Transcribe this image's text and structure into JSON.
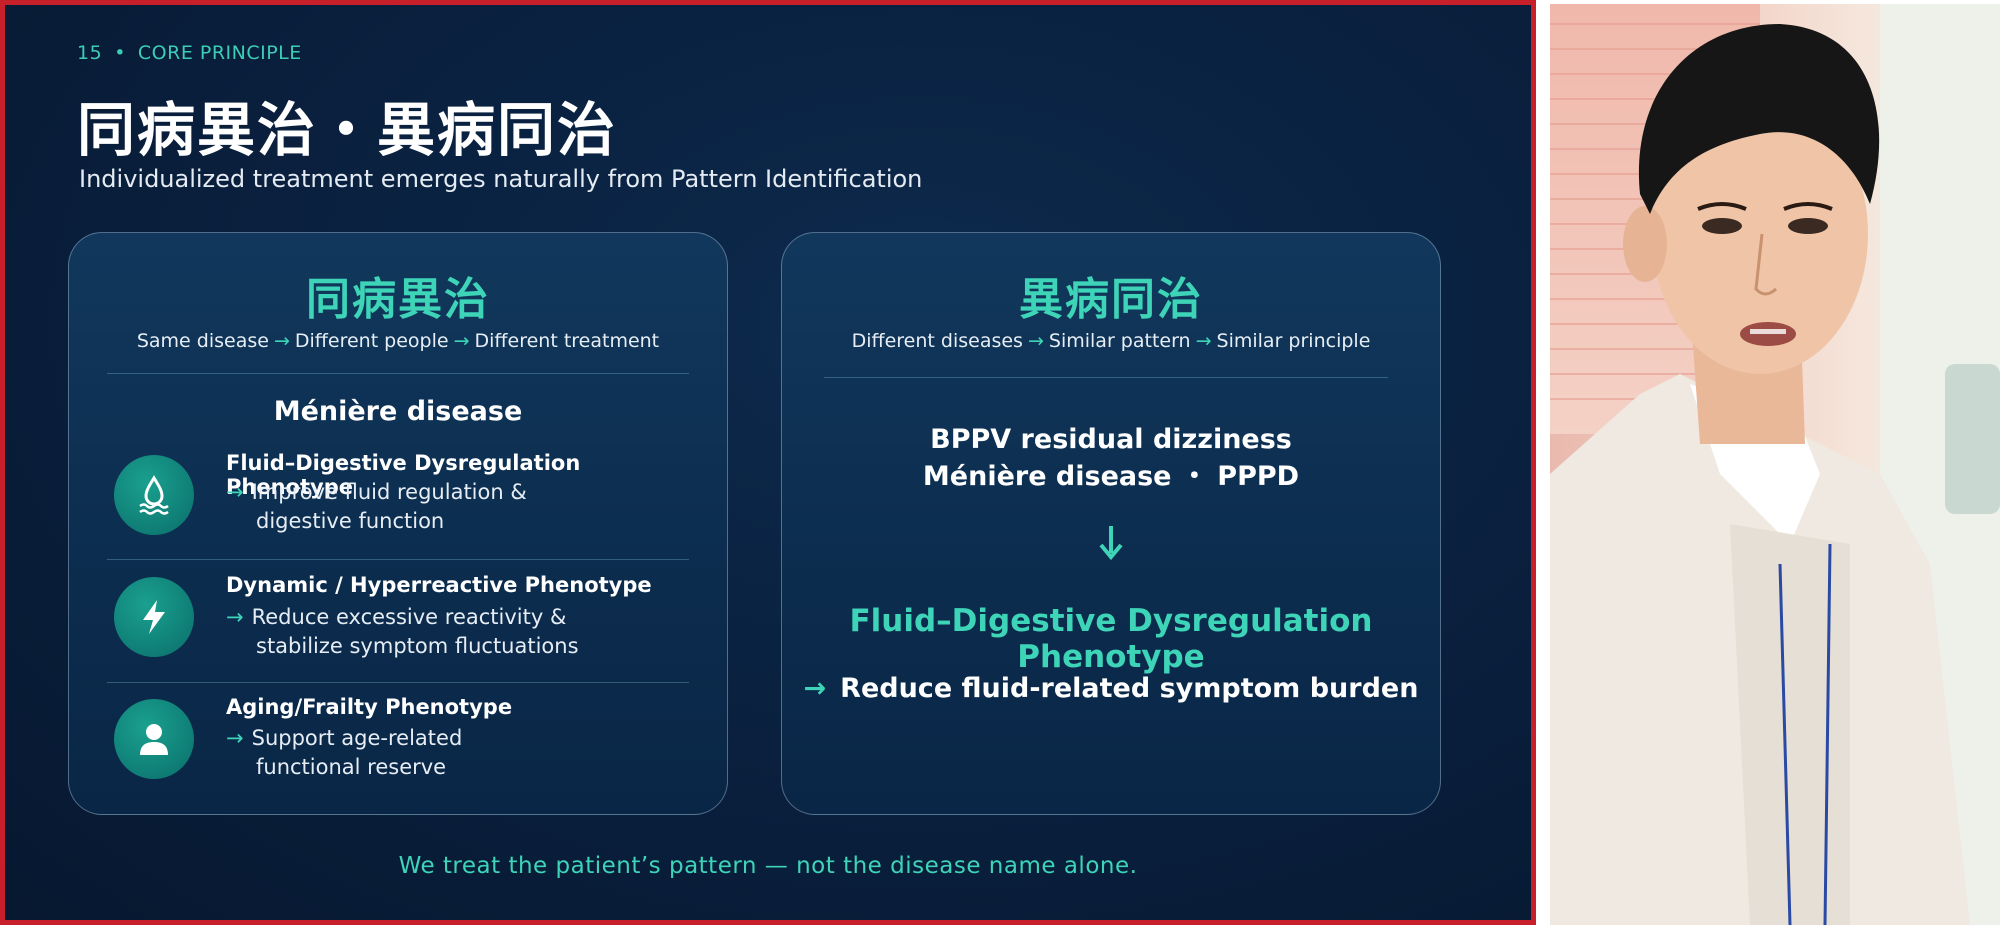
{
  "slide": {
    "eyebrow_number": "15",
    "eyebrow_label": "CORE PRINCIPLE",
    "title": "同病異治・異病同治",
    "subtitle": "Individualized treatment emerges naturally from Pattern Identification",
    "left_card": {
      "title": "同病異治",
      "flow": [
        "Same disease",
        "Different people",
        "Different treatment"
      ],
      "disease": "Ménière disease",
      "phenotypes": [
        {
          "icon": "water-drop-icon",
          "title": "Fluid–Digestive Dysregulation Phenotype",
          "line1": "Improve fluid regulation &",
          "line2": "digestive function"
        },
        {
          "icon": "lightning-icon",
          "title": "Dynamic / Hyperreactive Phenotype",
          "line1": "Reduce excessive reactivity &",
          "line2": "stabilize symptom fluctuations"
        },
        {
          "icon": "person-icon",
          "title": "Aging/Frailty Phenotype",
          "line1": "Support age-related",
          "line2": "functional reserve"
        }
      ]
    },
    "right_card": {
      "title": "異病同治",
      "flow": [
        "Different diseases",
        "Similar pattern",
        "Similar principle"
      ],
      "diseases_line1": "BPPV residual dizziness",
      "diseases_line2": "Ménière disease ・ PPPD",
      "phenotype": "Fluid–Digestive Dysregulation Phenotype",
      "result": "Reduce fluid-related symptom burden"
    },
    "footer": "We treat the patient’s pattern — not the disease name alone."
  },
  "arrow_glyph": "→",
  "colors": {
    "accent": "#3dd4b8",
    "background": "#0a2140",
    "border": "#c8202a"
  }
}
